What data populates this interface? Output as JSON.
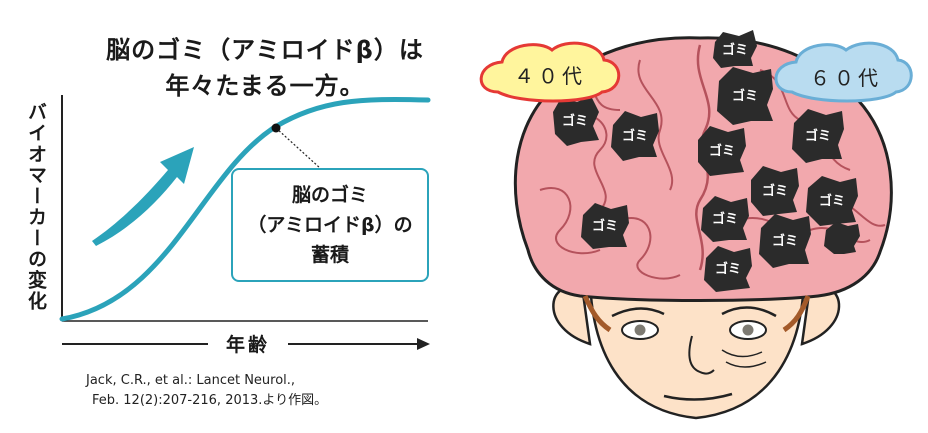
{
  "title": {
    "line1": "脳のゴミ（アミロイドβ）は",
    "line2": "年々たまる一方。"
  },
  "chart_data": {
    "type": "line",
    "ylabel": "バイオマーカーの変化",
    "xlabel": "年齢",
    "callout": {
      "line1": "脳のゴミ",
      "line2": "（アミロイドβ）の",
      "line3": "蓄積"
    },
    "series_color": "#2ba3ba"
  },
  "citation": {
    "line1": "Jack, C.R., et al.: Lancet Neurol.,",
    "line2": "Feb. 12(2):207-216, 2013.より作図。"
  },
  "illustration": {
    "tag_left": "４０代",
    "tag_right": "６０代",
    "tag_left_color": "#fff59d",
    "tag_left_border": "#e53935",
    "tag_right_color": "#b9dcf0",
    "tag_right_border": "#6aaed6",
    "brain_color": "#f2a8ad",
    "gomi_label": "ゴミ"
  }
}
